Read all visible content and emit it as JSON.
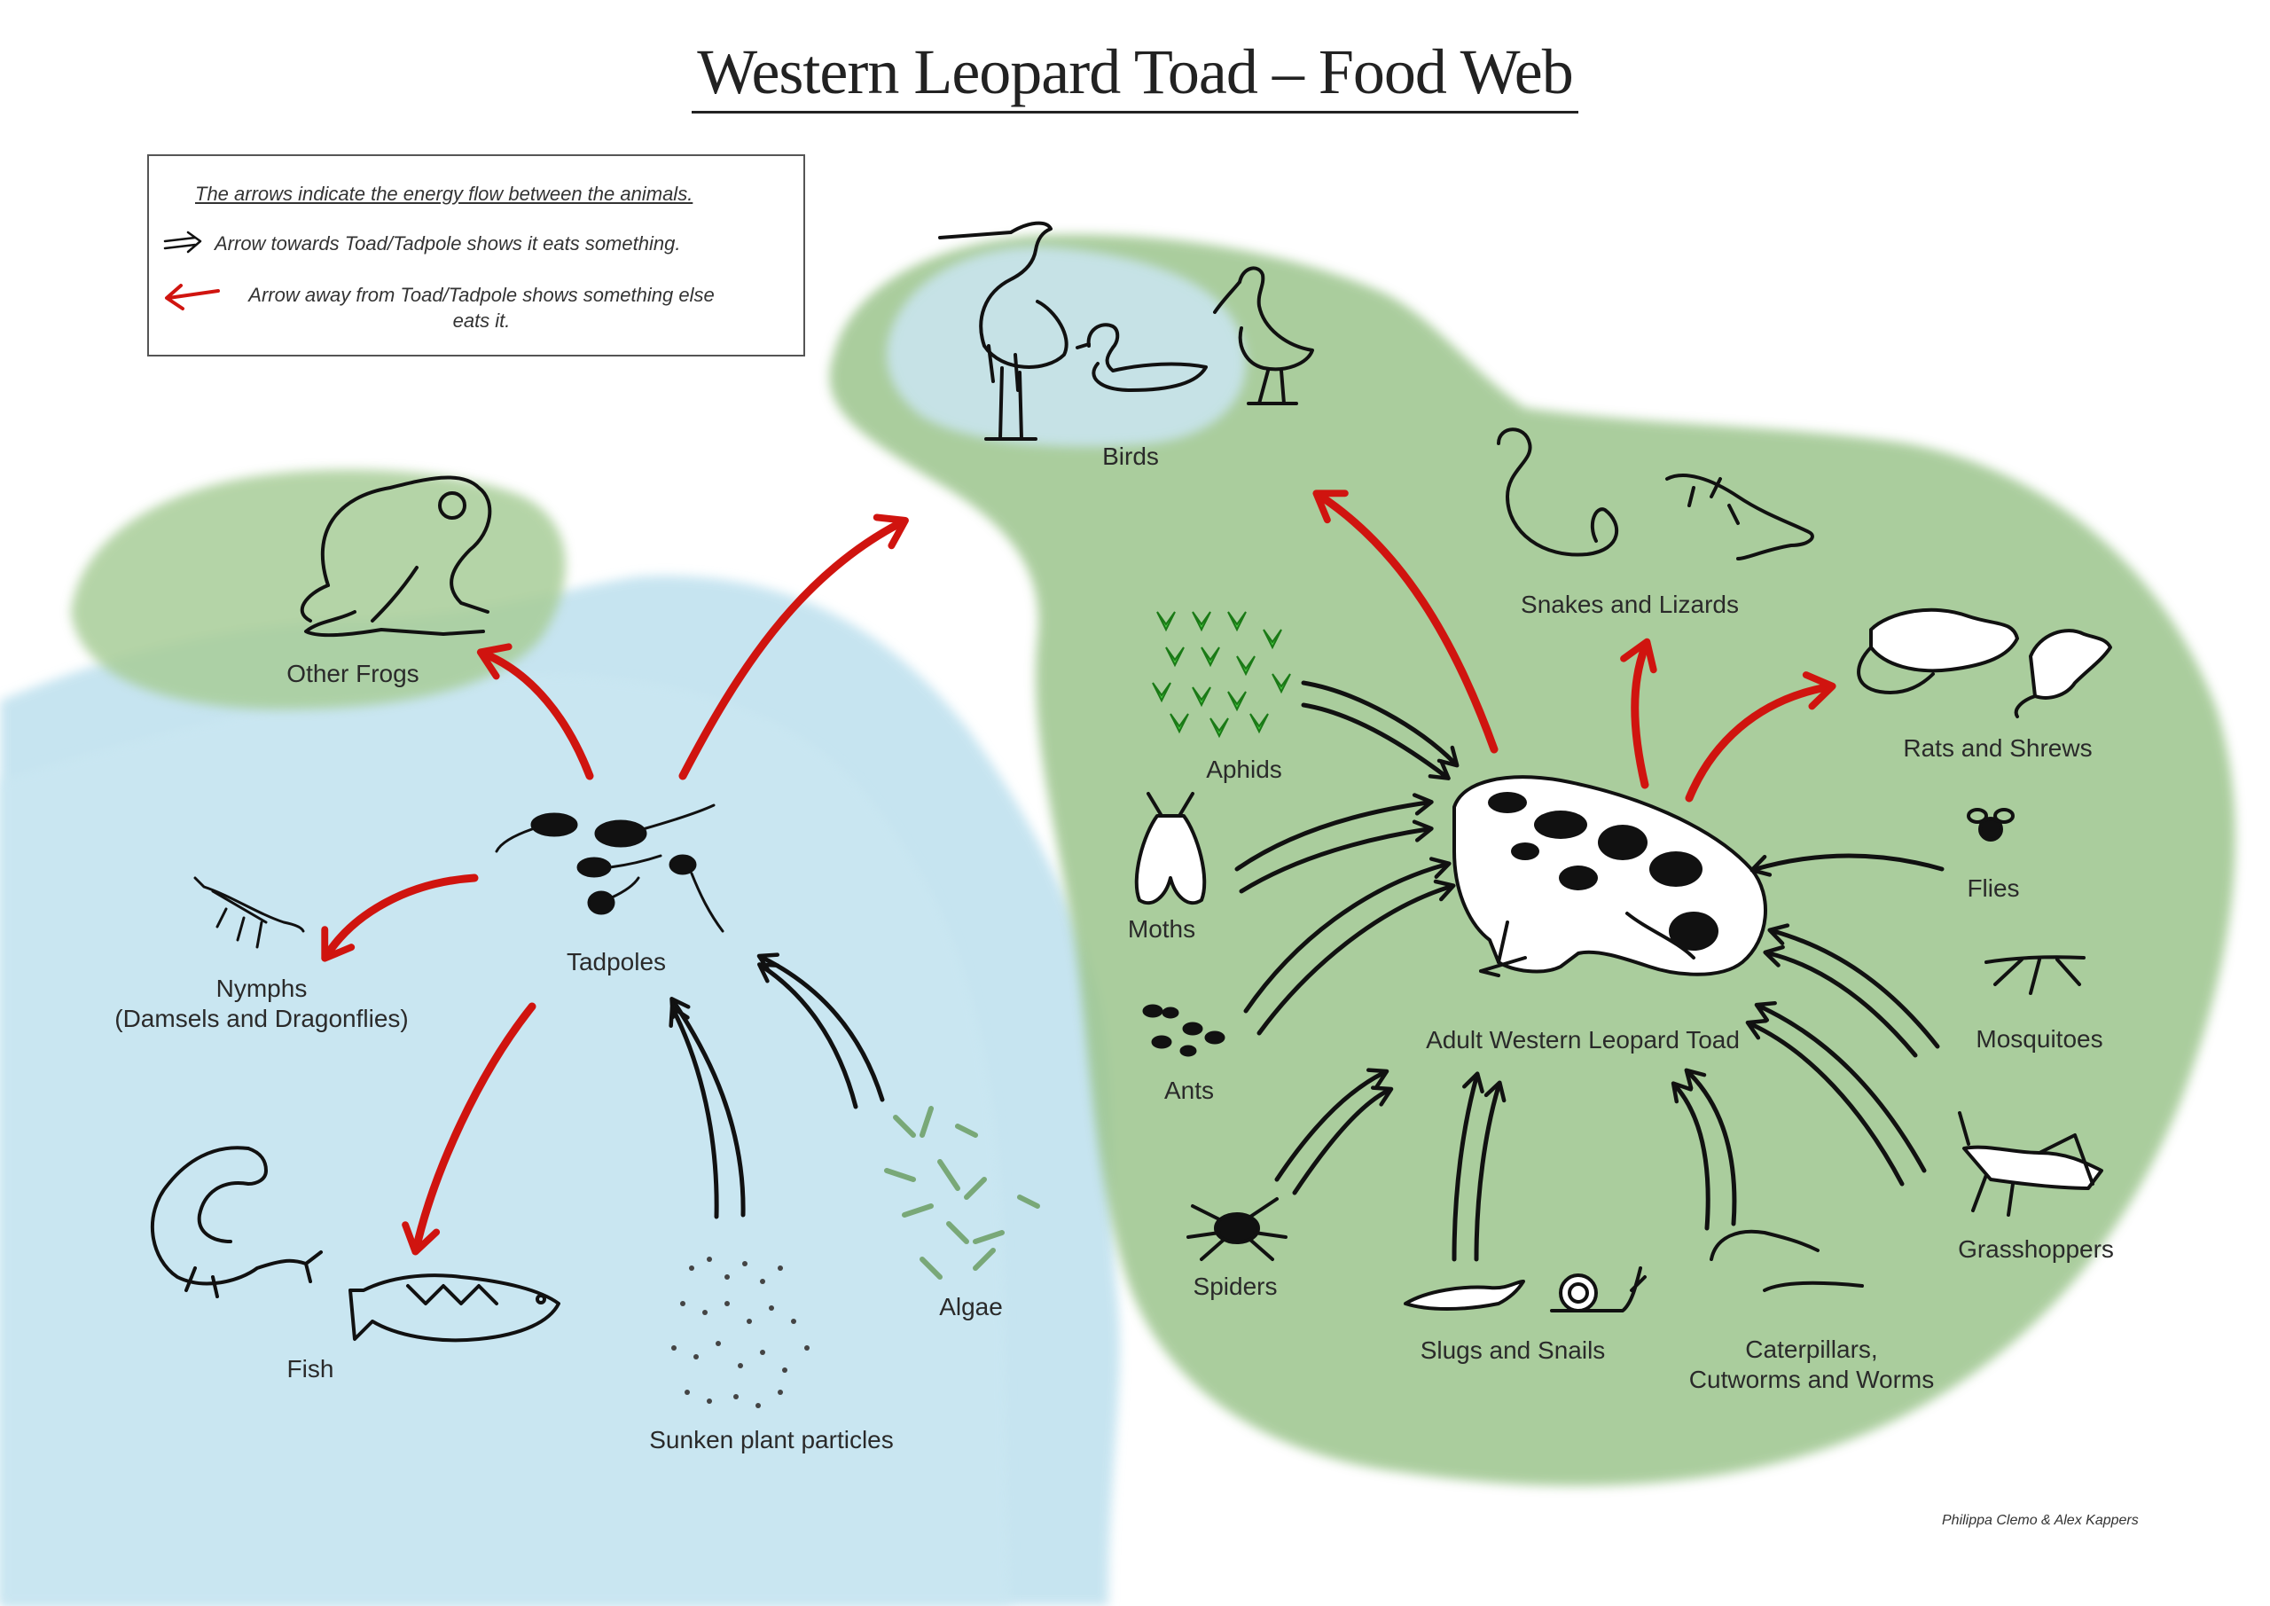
{
  "title": "Western Leopard Toad – Food Web",
  "legend": {
    "intro": "The arrows indicate the energy flow between the animals.",
    "black_arrow": "Arrow towards Toad/Tadpole shows it eats something.",
    "red_arrow": "Arrow away from Toad/Tadpole shows something else eats it."
  },
  "colors": {
    "eats_arrow": "#111111",
    "eaten_by_arrow": "#d0140f",
    "water": "#b9dfee",
    "grass": "#9cc68e"
  },
  "nodes": {
    "birds": "Birds",
    "other_frogs": "Other Frogs",
    "tadpoles": "Tadpoles",
    "nymphs": "Nymphs\n(Damsels and Dragonflies)",
    "fish": "Fish",
    "sunken": "Sunken plant particles",
    "algae": "Algae",
    "snakes": "Snakes and Lizards",
    "rats": "Rats and Shrews",
    "aphids": "Aphids",
    "moths": "Moths",
    "ants": "Ants",
    "toad": "Adult Western Leopard Toad",
    "flies": "Flies",
    "mosquitoes": "Mosquitoes",
    "grasshoppers": "Grasshoppers",
    "spiders": "Spiders",
    "slugs": "Slugs and Snails",
    "caterpillars": "Caterpillars,\nCutworms and Worms"
  },
  "credit": "Philippa Clemo & Alex Kappers"
}
